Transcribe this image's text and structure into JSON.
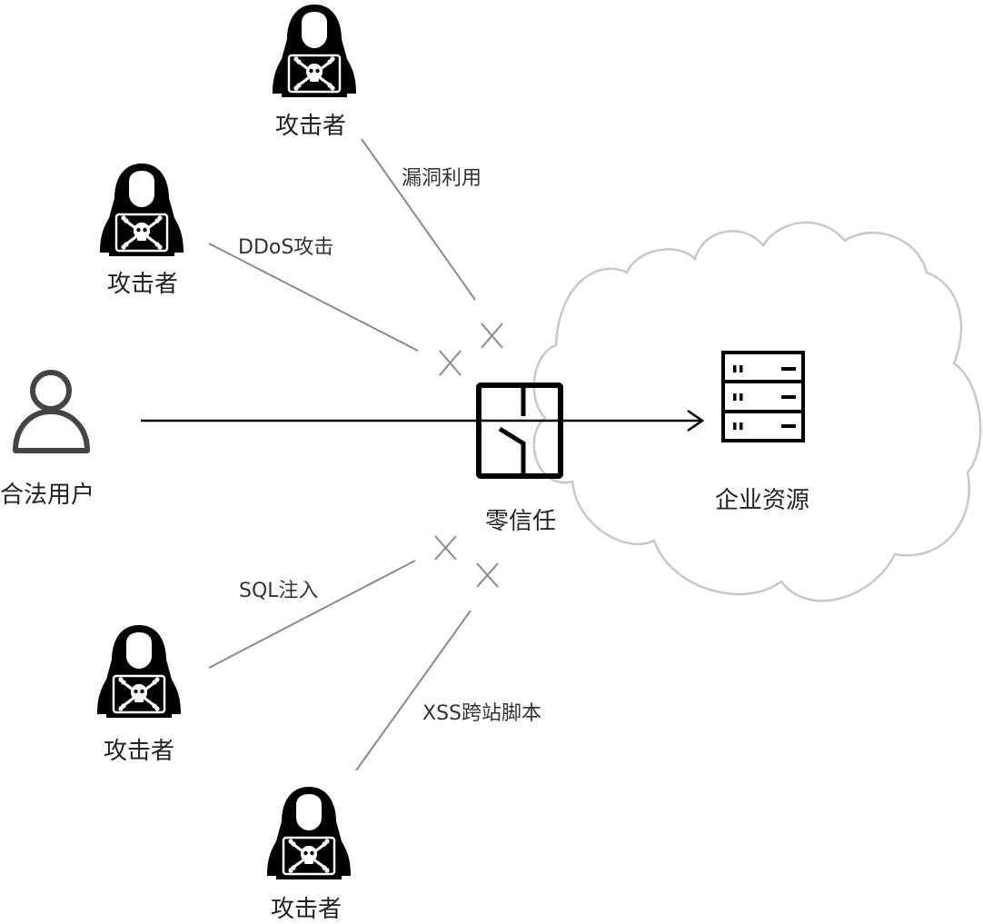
{
  "diagram": {
    "type": "zero-trust-network-diagram",
    "colors": {
      "icon": "#000000",
      "user_icon": "#444444",
      "attack_line": "#8a8a8a",
      "blocked_x": "#8a8a8a",
      "cloud_outline": "#c8c8c8",
      "main_arrow": "#000000"
    },
    "nodes": {
      "user": {
        "label": "合法用户",
        "icon": "user-icon"
      },
      "gateway": {
        "label": "零信任",
        "icon": "zero-trust-switch-icon"
      },
      "resource": {
        "label": "企业资源",
        "icon": "server-rack-icon"
      },
      "attackers": [
        {
          "label": "攻击者",
          "icon": "hacker-icon",
          "attack": "漏洞利用"
        },
        {
          "label": "攻击者",
          "icon": "hacker-icon",
          "attack": "DDoS攻击"
        },
        {
          "label": "攻击者",
          "icon": "hacker-icon",
          "attack": "SQL注入"
        },
        {
          "label": "攻击者",
          "icon": "hacker-icon",
          "attack": "XSS跨站脚本"
        }
      ]
    },
    "edges": [
      {
        "from": "user",
        "to": "resource",
        "via": "gateway",
        "status": "allowed"
      },
      {
        "from": "attackers.0",
        "to": "gateway",
        "label": "漏洞利用",
        "status": "blocked"
      },
      {
        "from": "attackers.1",
        "to": "gateway",
        "label": "DDoS攻击",
        "status": "blocked"
      },
      {
        "from": "attackers.2",
        "to": "gateway",
        "label": "SQL注入",
        "status": "blocked"
      },
      {
        "from": "attackers.3",
        "to": "gateway",
        "label": "XSS跨站脚本",
        "status": "blocked"
      }
    ]
  }
}
